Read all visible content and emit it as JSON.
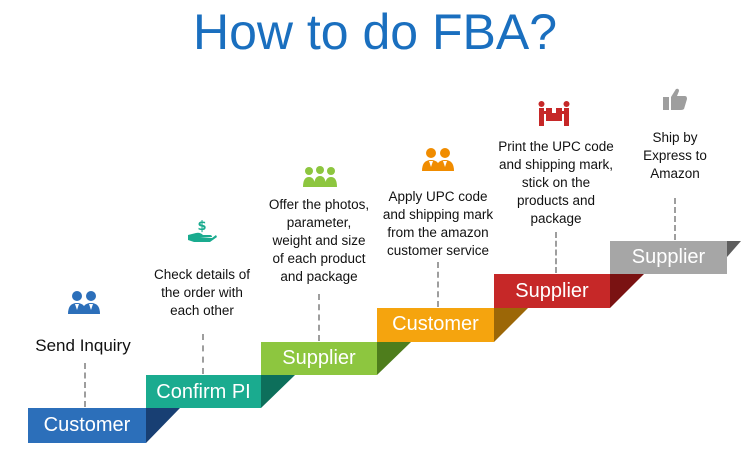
{
  "title": "How to do FBA?",
  "colors": {
    "title": "#1a6fbf",
    "customer_blue": "#2c6fba",
    "confirm_teal": "#1aab8f",
    "supplier_green": "#8dc63f",
    "customer_orange": "#f5a40e",
    "supplier_red": "#c62828",
    "supplier_gray": "#a6a6a6"
  },
  "steps": [
    {
      "label": "Customer",
      "description": "Send Inquiry",
      "icon": "people-icon"
    },
    {
      "label": "Confirm PI",
      "description": "Check details of\nthe order with\neach other",
      "icon": "money-hand-icon"
    },
    {
      "label": "Supplier",
      "description": "Offer the photos,\nparameter,\nweight and size\nof each product\nand package",
      "icon": "group-icon"
    },
    {
      "label": "Customer",
      "description": "Apply UPC code\nand shipping mark\nfrom the amazon\ncustomer service",
      "icon": "people-icon"
    },
    {
      "label": "Supplier",
      "description": "Print the UPC code\nand shipping mark,\nstick on the\nproducts and\npackage",
      "icon": "box-carry-icon"
    },
    {
      "label": "Supplier",
      "description": "Ship by\nExpress to\nAmazon",
      "icon": "thumbs-up-icon"
    }
  ]
}
